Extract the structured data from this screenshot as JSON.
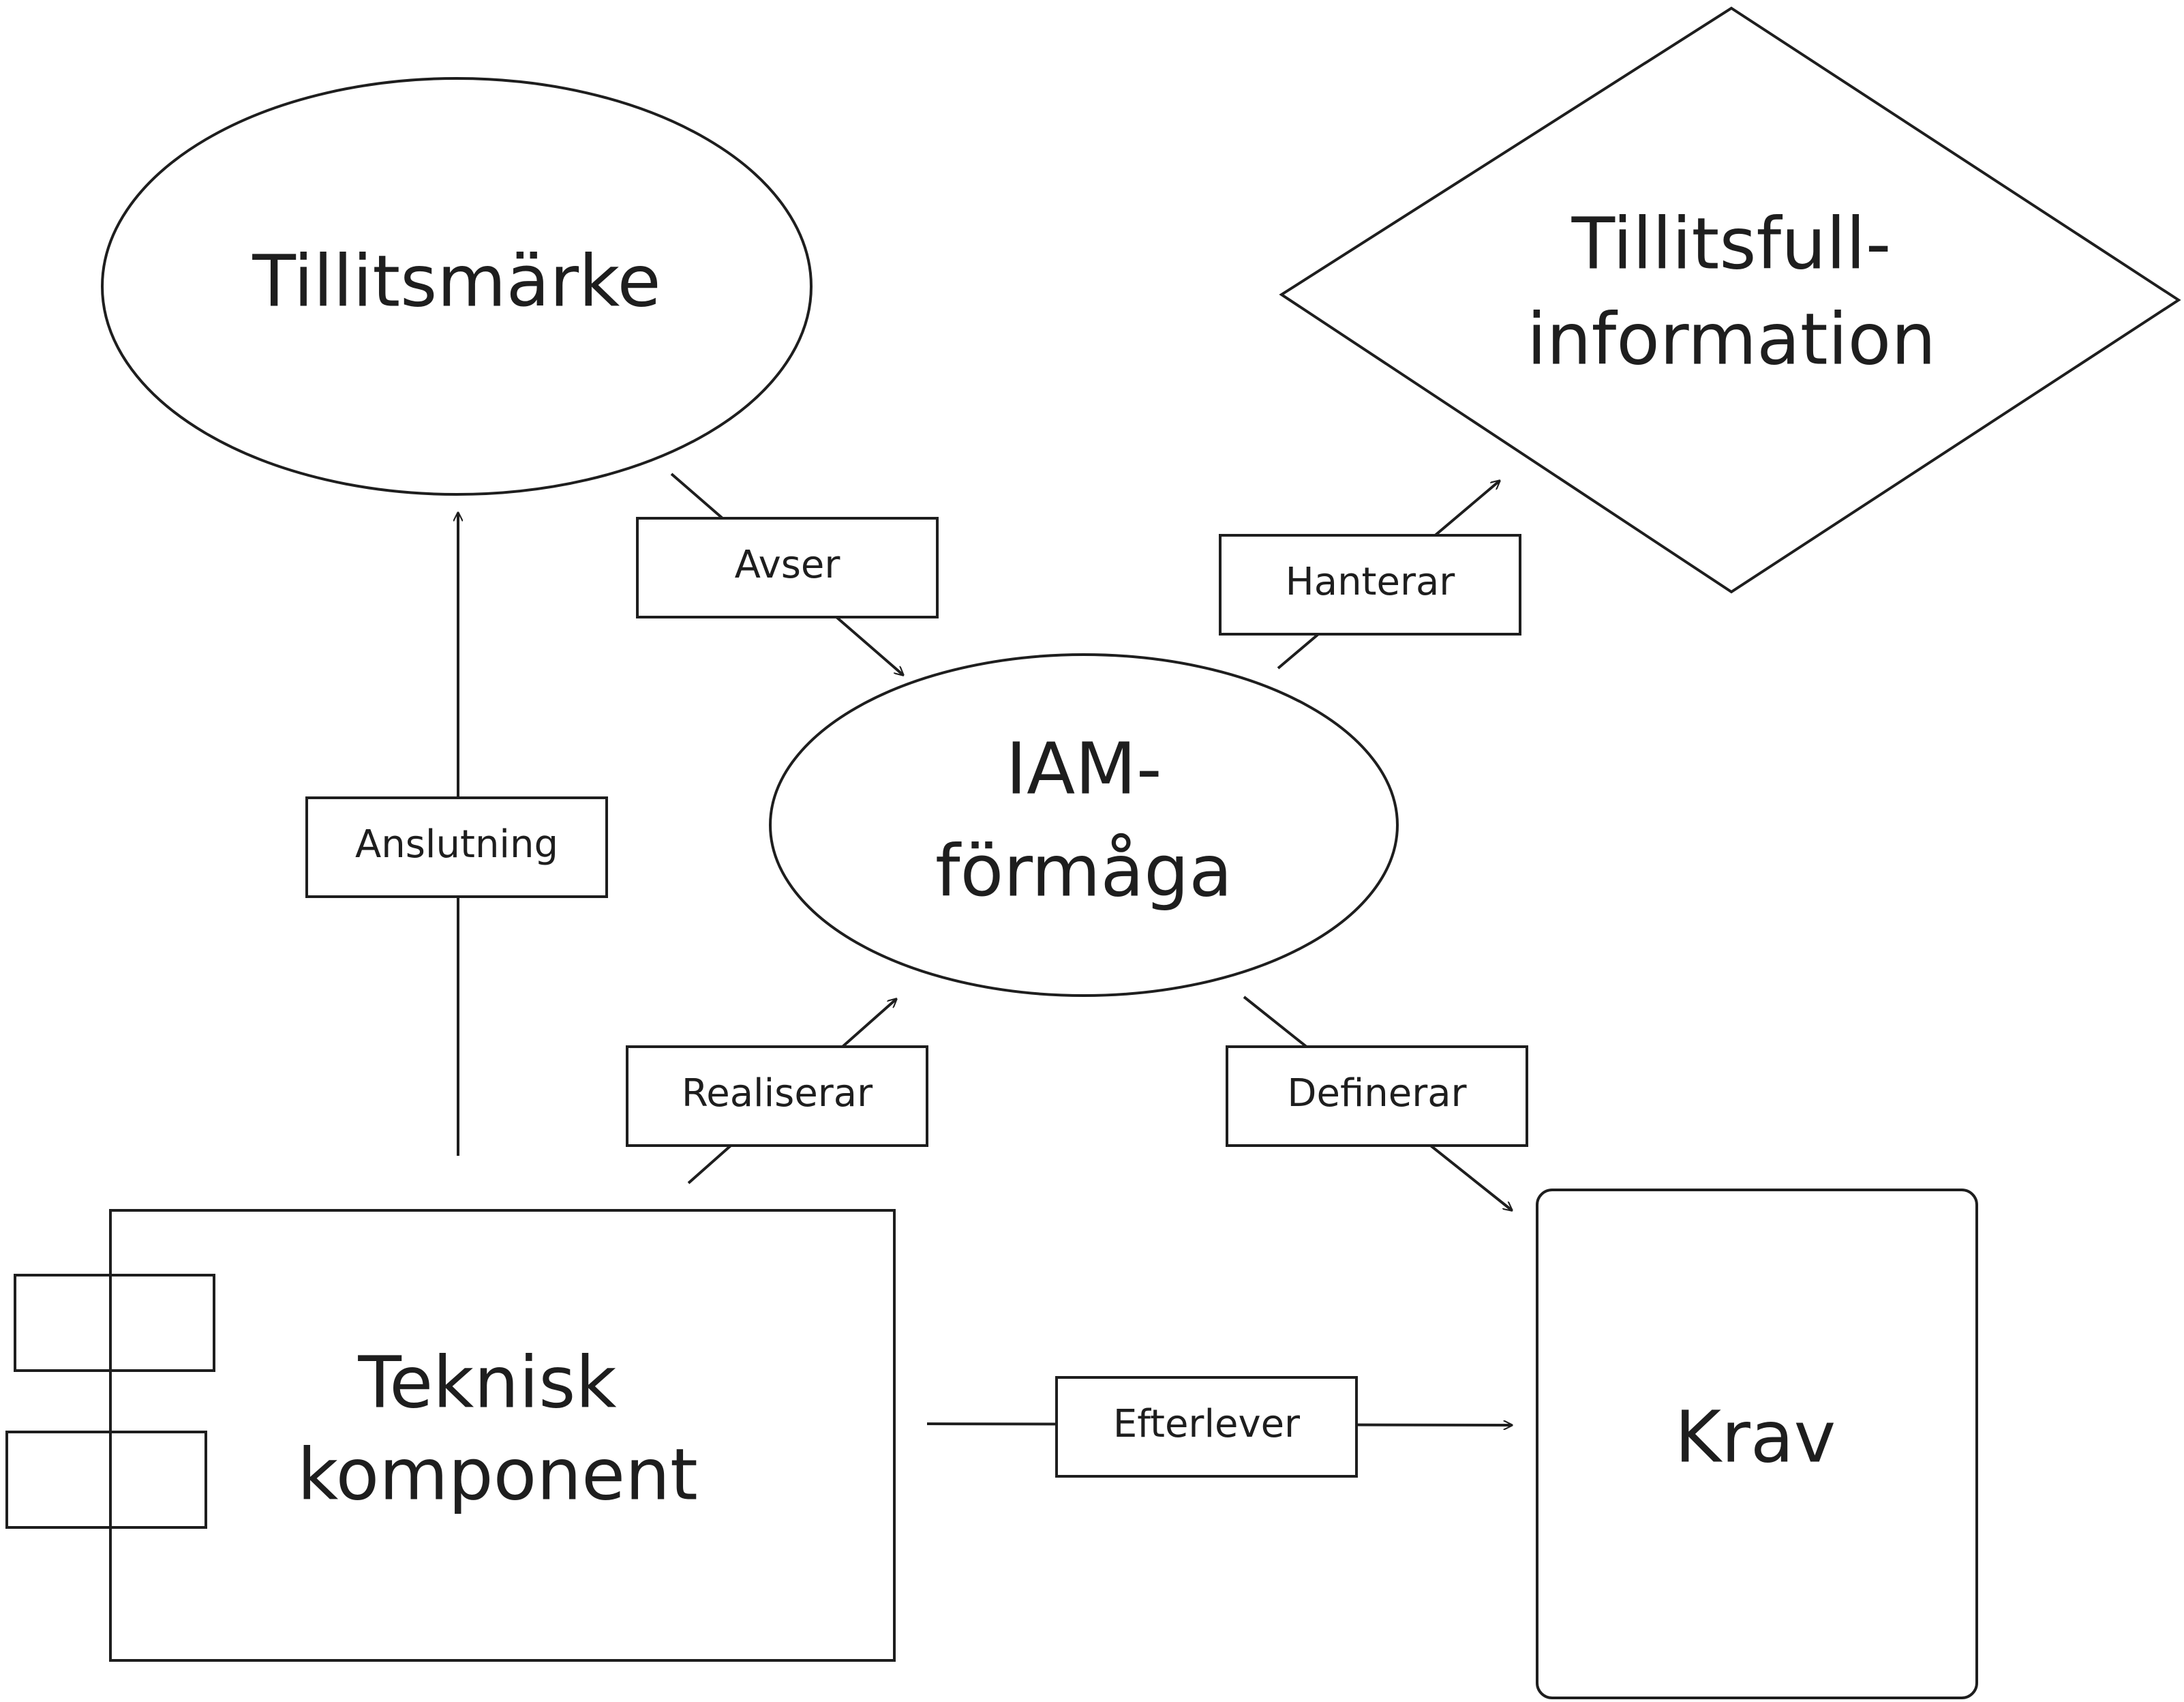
{
  "colors": {
    "orange_fill": "#f08c00",
    "yellow_fill": "#f0b400",
    "grey_fill": "#d0d0d0",
    "stroke": "#1e1e1e"
  },
  "nodes": {
    "tillitsmarke": {
      "label": "Tillitsmärke",
      "shape": "ellipse"
    },
    "tillitsfull_information": {
      "line1": "Tillitsfull-",
      "line2": "information",
      "shape": "diamond"
    },
    "iam_formaga": {
      "line1": "IAM-",
      "line2": "förmåga",
      "shape": "ellipse"
    },
    "teknisk_komponent": {
      "line1": "Teknisk",
      "line2": "komponent",
      "shape": "component"
    },
    "krav": {
      "label": "Krav",
      "shape": "rounded-rectangle"
    }
  },
  "edges": {
    "avser": {
      "label": "Avser",
      "from": "Tillitsmärke",
      "to": "IAM-förmåga"
    },
    "hanterar": {
      "label": "Hanterar",
      "from": "IAM-förmåga",
      "to": "Tillitsfull-information"
    },
    "anslutning": {
      "label": "Anslutning",
      "from": "Teknisk komponent",
      "to": "Tillitsmärke"
    },
    "realiserar": {
      "label": "Realiserar",
      "from": "Teknisk komponent",
      "to": "IAM-förmåga"
    },
    "definerar": {
      "label": "Definerar",
      "from": "IAM-förmåga",
      "to": "Krav"
    },
    "efterlever": {
      "label": "Efterlever",
      "from": "Teknisk komponent",
      "to": "Krav"
    }
  }
}
